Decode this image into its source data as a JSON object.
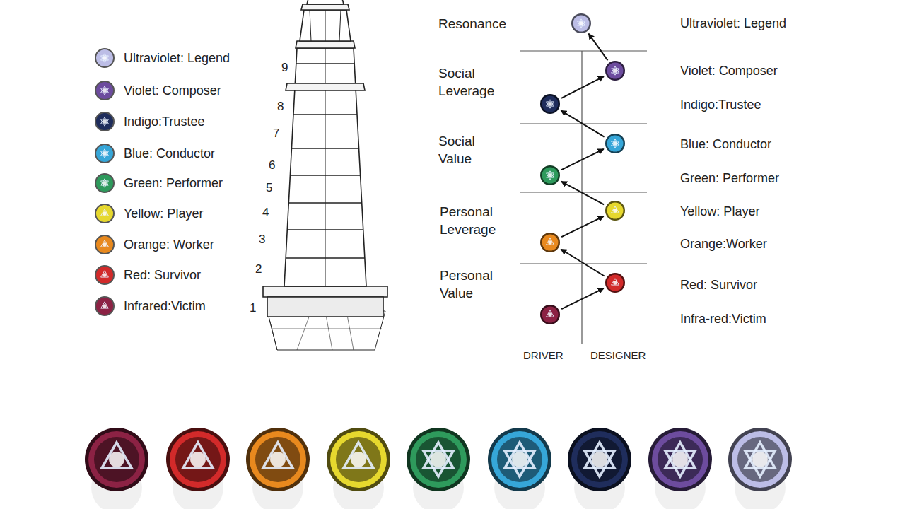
{
  "diagram": {
    "nodes": [
      {
        "text": [
          "Ultraviolet: Legend"
        ]
      },
      {
        "text": [
          "Violet: Composer"
        ]
      },
      {
        "text": [
          "Indigo:Trustee"
        ]
      },
      {
        "text": [
          "Blue: Conductor"
        ]
      },
      {
        "text": [
          "Green: Performer"
        ]
      },
      {
        "text": [
          "Yellow: Player"
        ]
      },
      {
        "text": [
          "Orange:Worker"
        ]
      },
      {
        "text": [
          "Red: Survivor"
        ]
      },
      {
        "text": [
          "Infra-red:Victim"
        ]
      }
    ],
    "edges": [
      {
        "from": 8,
        "to": 7,
        "arrow": "to"
      },
      {
        "from": 7,
        "to": 6,
        "arrow": "to"
      },
      {
        "from": 6,
        "to": 5,
        "arrow": "to"
      },
      {
        "from": 5,
        "to": 4,
        "arrow": "to"
      },
      {
        "from": 4,
        "to": 3,
        "arrow": "to"
      },
      {
        "from": 3,
        "to": 2,
        "arrow": "to"
      },
      {
        "from": 2,
        "to": 1,
        "arrow": "to"
      },
      {
        "from": 1,
        "to": 0,
        "arrow": "to"
      }
    ],
    "labels": [
      "Resonance",
      "Social Leverage",
      "Social Value",
      "Personal Leverage",
      "Personal Value",
      "9",
      "8",
      "7",
      "6",
      "5",
      "4",
      "3",
      "2",
      "1",
      "DRIVER",
      "DESIGNER"
    ],
    "legend": [
      {
        "text": "Ultraviolet: Legend",
        "color": "#bcbde6"
      },
      {
        "text": "Violet: Composer",
        "color": "#6d4c9e"
      },
      {
        "text": "Indigo:Trustee",
        "color": "#1f2d5c"
      },
      {
        "text": "Blue: Conductor",
        "color": "#36a6d8"
      },
      {
        "text": "Green: Performer",
        "color": "#2e9a5c"
      },
      {
        "text": "Yellow: Player",
        "color": "#e6d82e"
      },
      {
        "text": "Orange: Worker",
        "color": "#e8891e"
      },
      {
        "text": "Red: Survivor",
        "color": "#d22a2a"
      },
      {
        "text": "Infrared:Victim",
        "color": "#8c2244"
      }
    ]
  }
}
